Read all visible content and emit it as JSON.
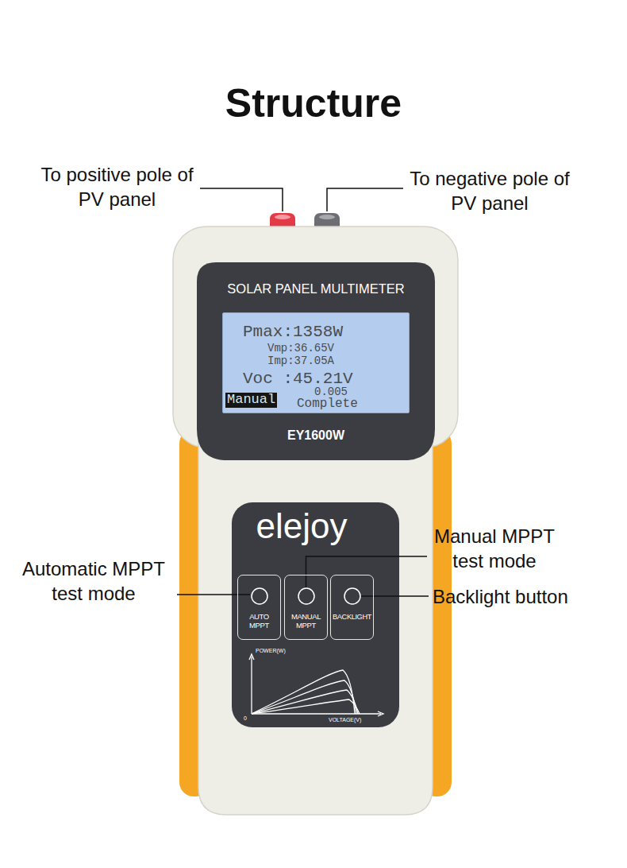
{
  "diagram": {
    "title": "Structure",
    "nodes": [
      {
        "text": [
          "Pmax:1358W",
          "Vmp:36.65V",
          "Imp:37.05A",
          "Voc :45.21V",
          "Manual",
          "0.005",
          "Complete"
        ]
      },
      {
        "text": [
          "AUTO MPPT"
        ]
      },
      {
        "text": [
          "MANUAL MPPT"
        ]
      },
      {
        "text": [
          "BACKLIGHT"
        ]
      }
    ],
    "labels": [
      "To positive pole of PV panel",
      "To negative pole of PV panel",
      "SOLAR PANEL MULTIMETER",
      "EY1600W",
      "elejoy",
      "Automatic MPPT test mode",
      "Manual MPPT test mode",
      "Backlight button",
      "POWER(W)",
      "VOLTAGE(V)",
      "0"
    ]
  }
}
